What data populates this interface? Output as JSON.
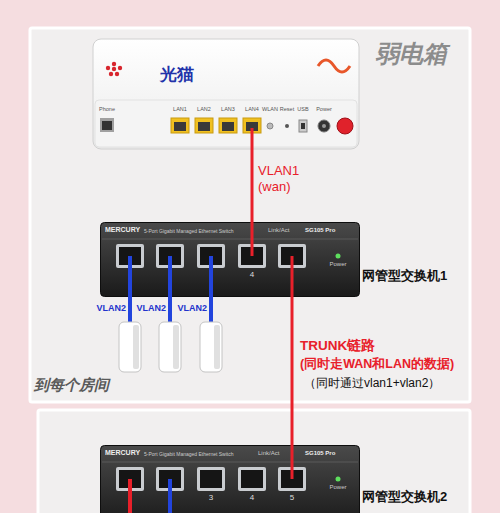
{
  "diagram": {
    "nodes": [
      {
        "text": [
          "弱电箱"
        ]
      },
      {
        "text": [
          "光猫"
        ],
        "in": 0
      },
      {
        "text": [
          "网管型交换机1"
        ],
        "in": 0
      },
      {
        "text": [
          "网管型交换机2"
        ]
      }
    ],
    "edges": [
      {
        "from": 1,
        "to": 2,
        "arrow": "none",
        "label": "VLAN1 (wan)"
      },
      {
        "from": 2,
        "to": 3,
        "arrow": "none"
      }
    ],
    "labels": [
      "Phone",
      "LAN1",
      "LAN2",
      "LAN3",
      "LAN4",
      "WLAN",
      "Reset",
      "USB",
      "Power",
      "MERCURY",
      "5-Port Gigabit Managed Ethernet Switch",
      "Link/Act",
      "SG105 Pro",
      "4",
      "Power",
      "VLAN2",
      "VLAN2",
      "VLAN2",
      "到每个房间",
      "TRUNK链路",
      "(同时走WAN和LAN的数据)",
      "（同时通过vlan1+vlan2）",
      "MERCURY",
      "5-Port Gigabit Managed Ethernet Switch",
      "Link/Act",
      "SG105 Pro",
      "3",
      "4",
      "5",
      "Power"
    ]
  }
}
